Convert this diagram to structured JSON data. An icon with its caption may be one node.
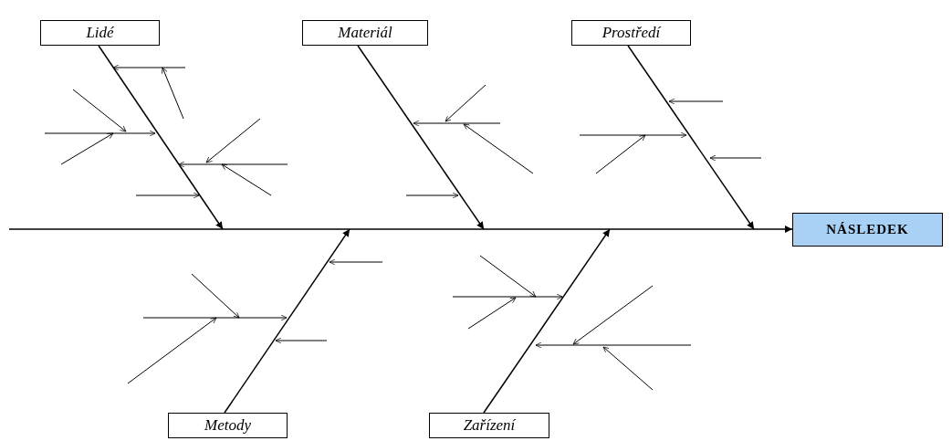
{
  "diagram": {
    "nodes": [
      {
        "text": [
          "Lidé"
        ]
      },
      {
        "text": [
          "Materiál"
        ]
      },
      {
        "text": [
          "Prostředí"
        ]
      },
      {
        "text": [
          "NÁSLEDEK"
        ]
      },
      {
        "text": [
          "Metody"
        ]
      },
      {
        "text": [
          "Zařízení"
        ]
      }
    ],
    "edges": [
      {
        "from": 0,
        "to": null,
        "arrow": "to"
      },
      {
        "from": 1,
        "to": null,
        "arrow": "to"
      },
      {
        "from": 2,
        "to": null,
        "arrow": "to"
      },
      {
        "from": null,
        "to": 3,
        "arrow": "to"
      },
      {
        "from": 4,
        "to": null,
        "arrow": "to"
      },
      {
        "from": 5,
        "to": null,
        "arrow": "to"
      }
    ]
  }
}
